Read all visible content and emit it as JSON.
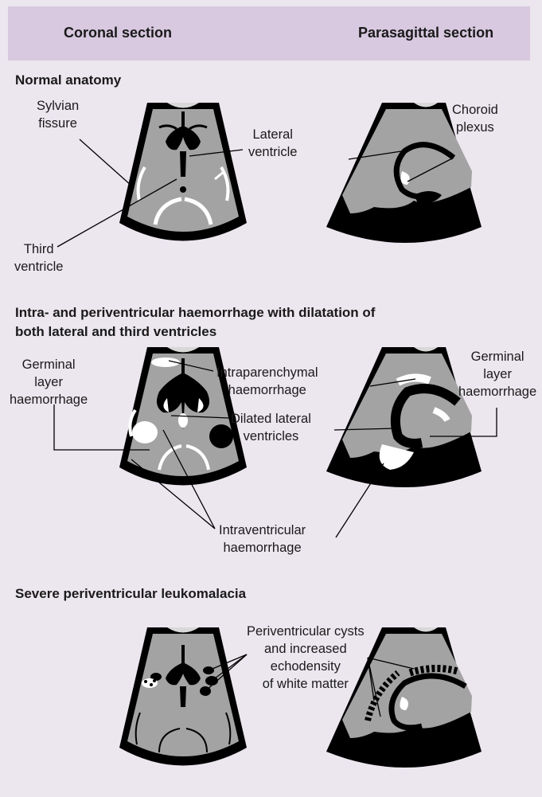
{
  "header": {
    "coronal": "Coronal section",
    "parasagittal": "Parasagittal section"
  },
  "sections": {
    "normal": {
      "title": "Normal anatomy",
      "labels": {
        "sylvian": [
          "Sylvian",
          "fissure"
        ],
        "lateral": [
          "Lateral",
          "ventricle"
        ],
        "choroid": [
          "Choroid",
          "plexus"
        ],
        "third": [
          "Third",
          "ventricle"
        ]
      }
    },
    "ivh": {
      "title_lines": [
        "Intra- and periventricular haemorrhage with dilatation of",
        "both lateral and third ventricles"
      ],
      "labels": {
        "germinal_left": [
          "Germinal",
          "layer",
          "haemorrhage"
        ],
        "intraparenchymal": [
          "Intraparenchymal",
          "haemorrhage"
        ],
        "dilated": [
          "Dilated lateral",
          "ventricles"
        ],
        "germinal_right": [
          "Germinal",
          "layer",
          "haemorrhage"
        ],
        "intraventricular": [
          "Intraventricular",
          "haemorrhage"
        ]
      }
    },
    "pvl": {
      "title": "Severe periventricular leukomalacia",
      "labels": {
        "cysts": [
          "Periventricular cysts",
          "and increased",
          "echodensity",
          "of white matter"
        ]
      }
    }
  },
  "colors": {
    "background": "#ece6ef",
    "header": "#d8c9e0",
    "tissue": "#a3a3a3",
    "black": "#000000",
    "white": "#ffffff"
  }
}
